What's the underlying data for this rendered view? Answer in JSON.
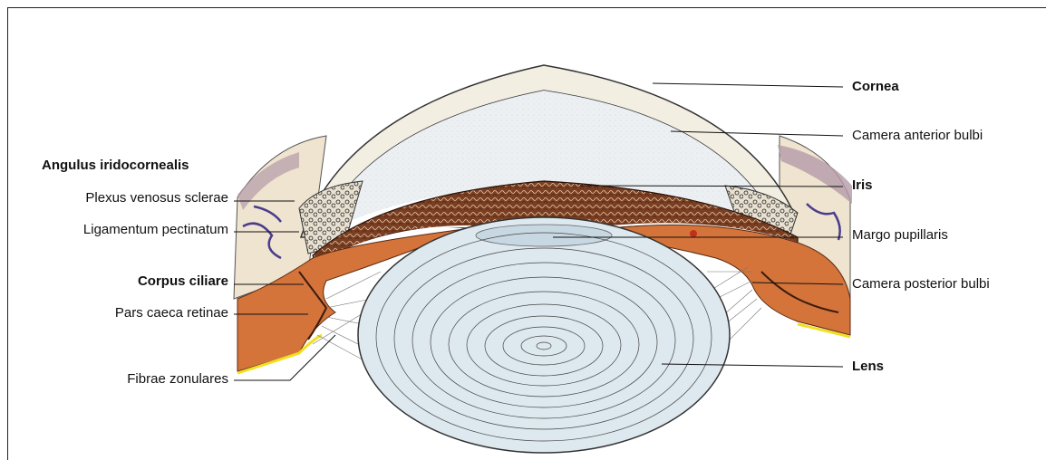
{
  "diagram": {
    "labels_left": {
      "angulus": "Angulus iridocornealis",
      "plexus": "Plexus venosus sclerae",
      "ligamentum": "Ligamentum pectinatum",
      "corpus": "Corpus ciliare",
      "pars": "Pars caeca retinae",
      "fibrae": "Fibrae zonulares"
    },
    "labels_right": {
      "cornea": "Cornea",
      "camera_anterior": "Camera anterior bulbi",
      "iris": "Iris",
      "margo": "Margo pupillaris",
      "camera_posterior": "Camera posterior bulbi",
      "lens": "Lens"
    },
    "colors": {
      "cornea_fill": "#f3eee2",
      "anterior_chamber": "#ecf0f3",
      "iris_brown": "#8a4a2a",
      "ciliary_orange": "#d4743a",
      "sclera": "#efe4cf",
      "vein_blue": "#4a3c8c",
      "lens_fill": "#dde8ef",
      "retina_yellow": "#f0e020",
      "line": "#111111"
    }
  }
}
